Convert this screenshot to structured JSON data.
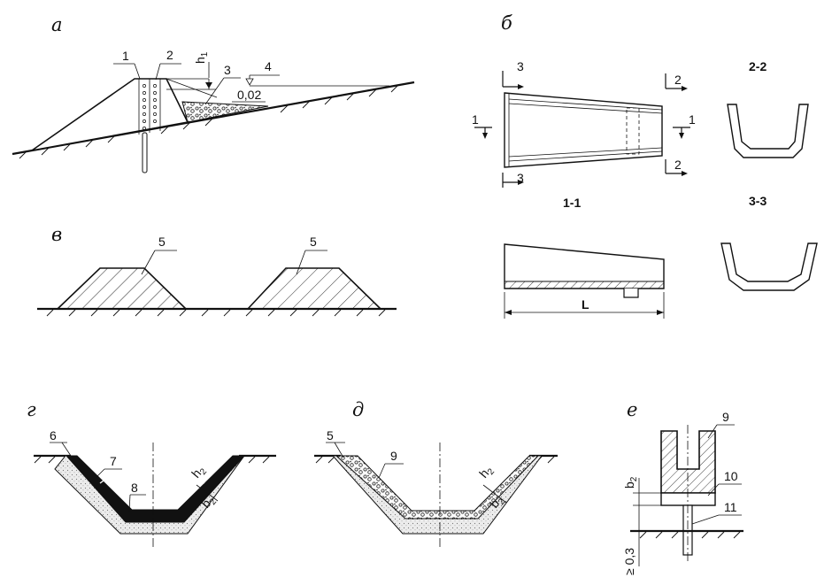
{
  "panels": {
    "a": "а",
    "b": "б",
    "v": "в",
    "g": "г",
    "d": "д",
    "e": "е"
  },
  "callouts": {
    "n1": "1",
    "n2": "2",
    "n3": "3",
    "n4": "4",
    "n5a": "5",
    "n5b": "5",
    "n6": "6",
    "n7": "7",
    "n8": "8",
    "n5c": "5",
    "n9a": "9",
    "n9b": "9",
    "n10": "10",
    "n11": "11"
  },
  "dimensions": {
    "h1": "h",
    "h1_sub": "1",
    "slope": "0,02",
    "L": "L",
    "h2_g": "h",
    "b2_g": "b",
    "h2_d": "h",
    "b2_d": "b",
    "b2_e": "b",
    "sub2": "2",
    "min_depth": "≥ 0,3"
  },
  "sections": {
    "s11": "1-1",
    "s22": "2-2",
    "s33": "3-3",
    "m3_top": "3",
    "m3_bot": "3",
    "m2_top": "2",
    "m2_bot": "2",
    "m1_left": "1",
    "m1_right": "1"
  },
  "colors": {
    "line": "#111111",
    "fill_black": "#111111",
    "fill_dots": "#e8e8e8"
  }
}
